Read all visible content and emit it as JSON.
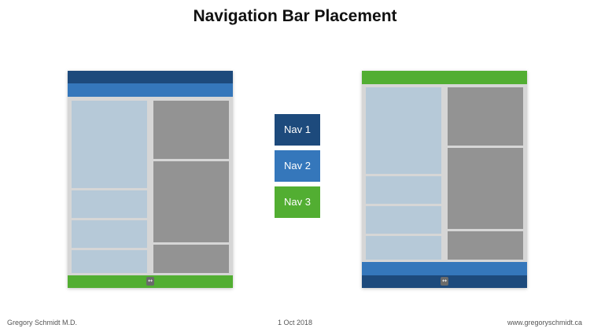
{
  "title": "Navigation Bar Placement",
  "colors": {
    "nav1": "#1d4a7c",
    "nav2": "#3577bb",
    "nav3": "#52ae32",
    "content_light": "#b6c9d8",
    "content_dark": "#939393",
    "frame": "#d6d6d6"
  },
  "nav_buttons": [
    {
      "label": "Nav 1"
    },
    {
      "label": "Nav 2"
    },
    {
      "label": "Nav 3"
    }
  ],
  "left_mockup": {
    "handle_icon": "resize-horizontal-icon",
    "handle_glyph": "↔"
  },
  "right_mockup": {
    "handle_icon": "resize-horizontal-icon",
    "handle_glyph": "↔"
  },
  "footer": {
    "author": "Gregory Schmidt M.D.",
    "date": "1 Oct 2018",
    "website": "www.gregoryschmidt.ca"
  }
}
